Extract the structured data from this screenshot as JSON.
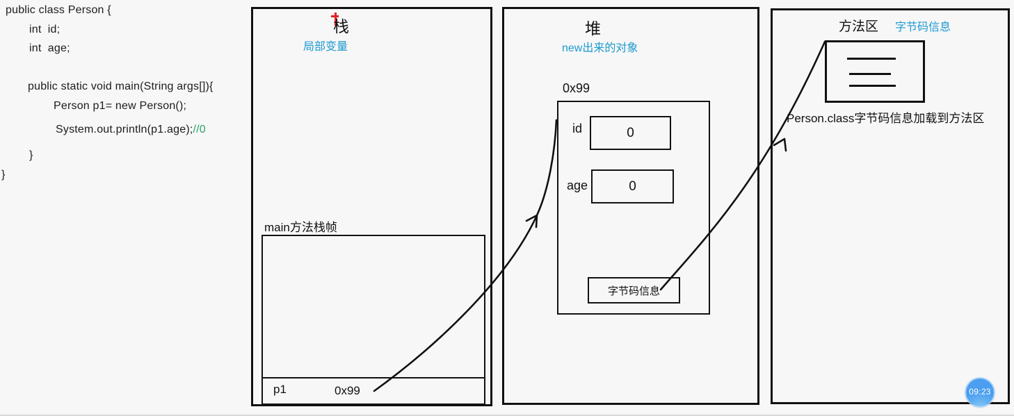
{
  "code": {
    "lines": [
      {
        "text": "public class Person {"
      },
      {
        "text": "int  id;"
      },
      {
        "text": "int  age;"
      },
      {
        "text": "public static void main(String args[]){"
      },
      {
        "text": "Person p1= new Person();"
      },
      {
        "text": "System.out.println(p1.age);",
        "comment": "//0"
      },
      {
        "text": "}"
      },
      {
        "text": "}"
      }
    ]
  },
  "stack": {
    "title": "栈",
    "subtitle": "局部变量",
    "frame_label": "main方法栈帧",
    "variable": {
      "name": "p1",
      "value": "0x99"
    }
  },
  "heap": {
    "title": "堆",
    "subtitle": "new出来的对象",
    "address": "0x99",
    "fields": [
      {
        "name": "id",
        "value": "0"
      },
      {
        "name": "age",
        "value": "0"
      }
    ],
    "bytecode_label": "字节码信息"
  },
  "method_area": {
    "title": "方法区",
    "subtitle": "字节码信息",
    "caption": "Person.class字节码信息加载到方法区"
  },
  "clock": {
    "time": "09:23"
  },
  "colors": {
    "accent_blue": "#1d9ad0",
    "comment_green": "#2aa36c",
    "caret_red": "#e02424",
    "clock_blue": "#4a9def",
    "line_black": "#111111"
  }
}
